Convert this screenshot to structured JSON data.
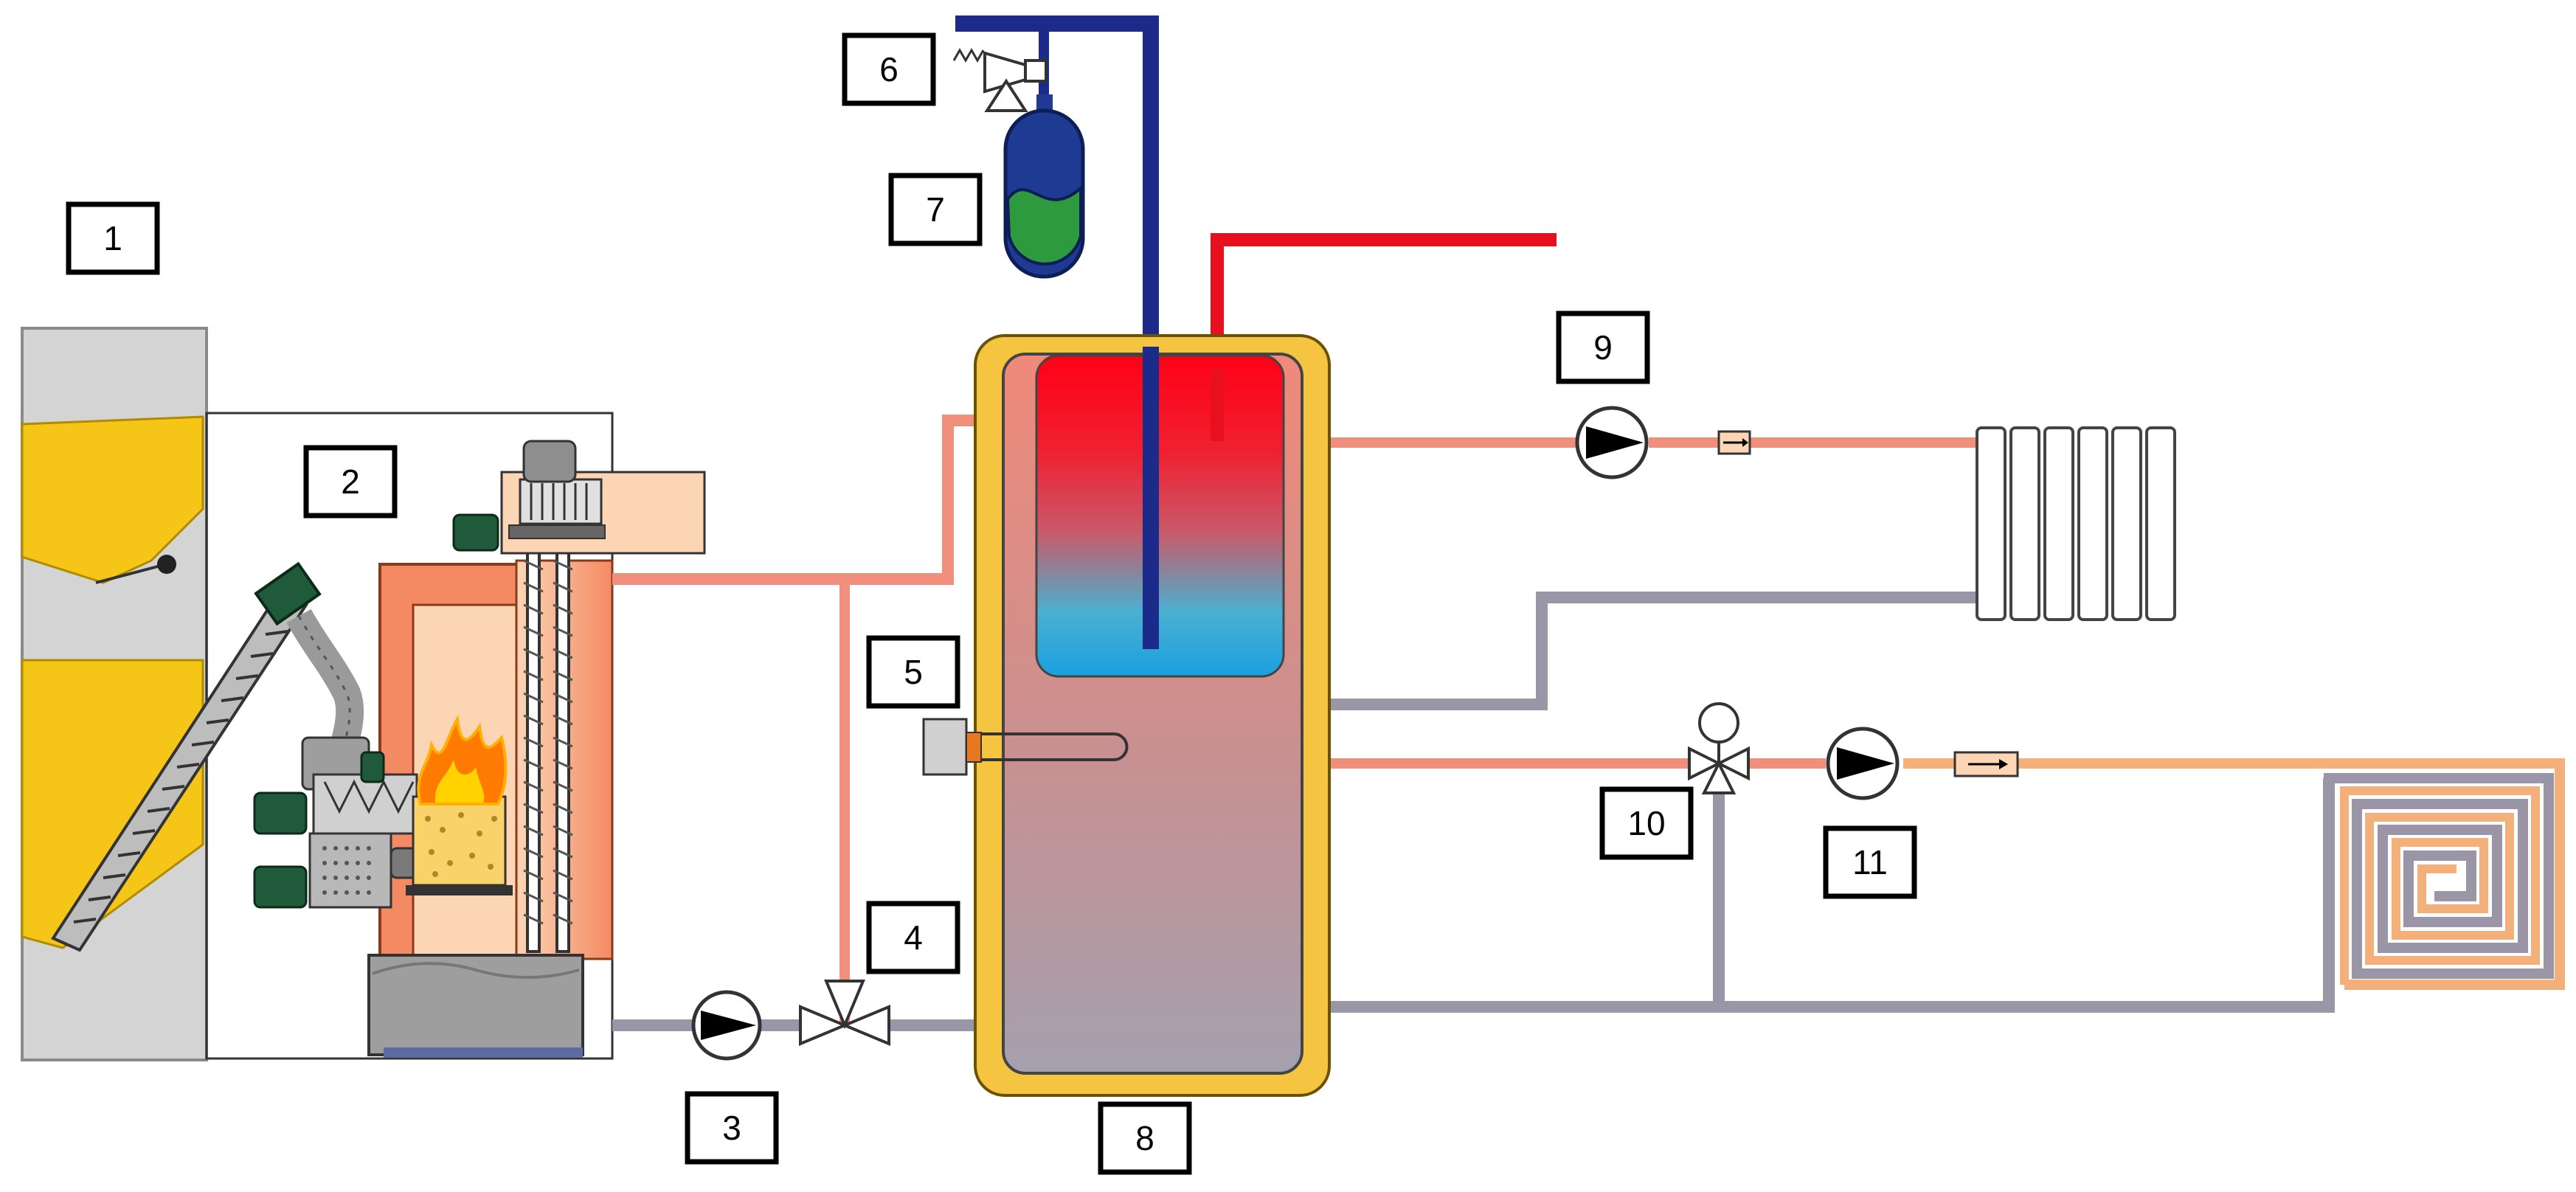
{
  "colors": {
    "hot_pipe": "#f08f7b",
    "return_pipe": "#9a96a7",
    "flow_red": "#e8101e",
    "cold_blue": "#1c2a8a",
    "pellet_yellow": "#f5c518",
    "insulation": "#f5c542",
    "boiler_orange": "#f48a63",
    "boiler_body": "#fcd5b4",
    "motor_green": "#1f5a3b",
    "silo_gray": "#d4d4d4",
    "vessel_blue": "#1f3a93",
    "vessel_green": "#2e9a3e"
  },
  "components": [
    {
      "id": "pellet-silo",
      "label": "1",
      "icon": "silo-icon"
    },
    {
      "id": "pellet-boiler",
      "label": "2",
      "icon": "boiler-icon"
    },
    {
      "id": "boiler-circulation-pump",
      "label": "3",
      "icon": "pump-icon"
    },
    {
      "id": "three-way-valve",
      "label": "4",
      "icon": "valve-icon"
    },
    {
      "id": "electric-heater",
      "label": "5",
      "icon": "heater-icon"
    },
    {
      "id": "safety-valve",
      "label": "6",
      "icon": "safety-valve-icon"
    },
    {
      "id": "expansion-vessel",
      "label": "7",
      "icon": "expansion-vessel-icon"
    },
    {
      "id": "buffer-tank",
      "label": "8",
      "icon": "tank-icon"
    },
    {
      "id": "radiator-pump",
      "label": "9",
      "icon": "pump-icon"
    },
    {
      "id": "mixing-valve",
      "label": "10",
      "icon": "mixing-valve-icon"
    },
    {
      "id": "floor-heating-pump",
      "label": "11",
      "icon": "pump-icon"
    }
  ]
}
